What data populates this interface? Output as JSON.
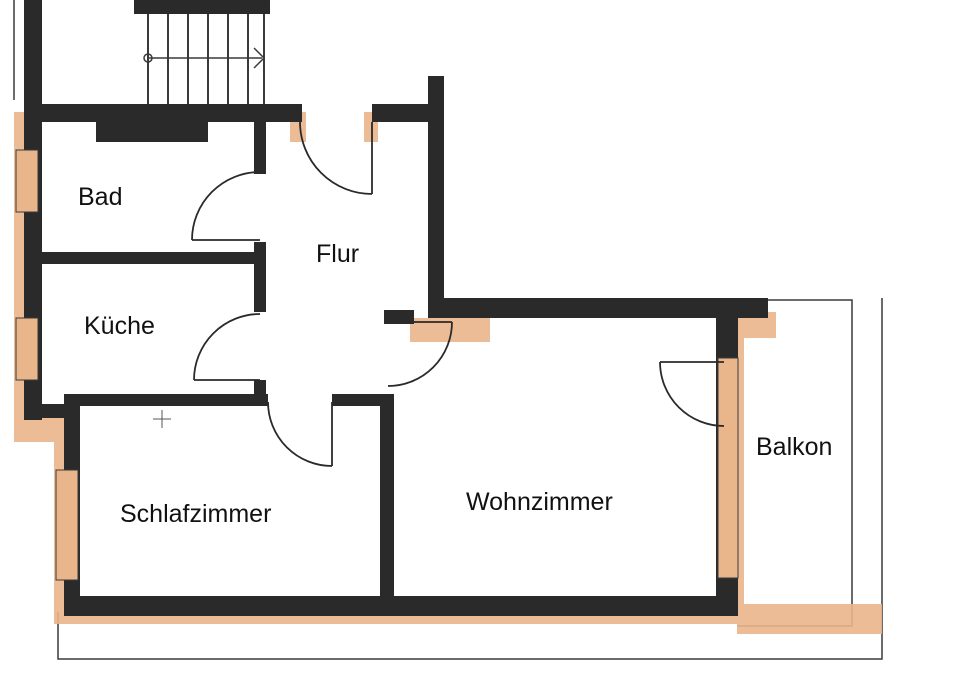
{
  "plan": {
    "colors": {
      "wall": "#2a2a2a",
      "insulation": "#e9b58a",
      "thin_line": "#3a3a3a",
      "background": "#ffffff"
    },
    "rooms": {
      "bad": "Bad",
      "flur": "Flur",
      "kueche": "Küche",
      "schlafzimmer": "Schlafzimmer",
      "wohnzimmer": "Wohnzimmer",
      "balkon": "Balkon"
    }
  }
}
